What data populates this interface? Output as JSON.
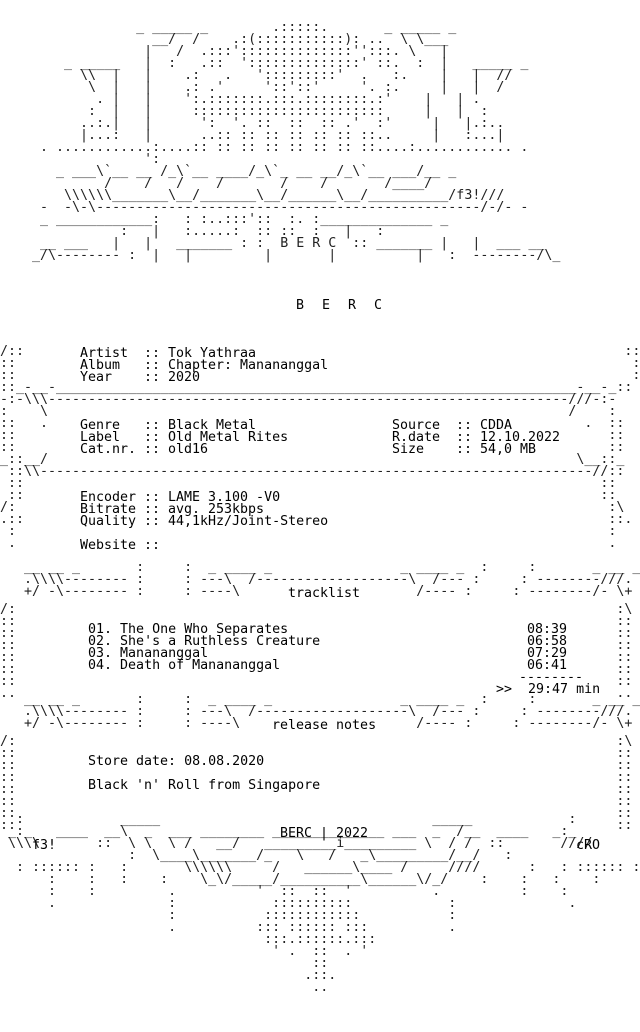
{
  "header": {
    "group": "B E R C"
  },
  "info": {
    "artist_label": "Artist",
    "artist": "Tok Yathraa",
    "album_label": "Album",
    "album": "Chapter: Manananggal",
    "year_label": "Year",
    "year": "2020",
    "genre_label": "Genre",
    "genre": "Black Metal",
    "label_label": "Label",
    "label": "Old Metal Rites",
    "catnr_label": "Cat.nr.",
    "catnr": "old16",
    "source_label": "Source",
    "source": "CDDA",
    "rdate_label": "R.date",
    "rdate": "12.10.2022",
    "size_label": "Size",
    "size": "54,0 MB",
    "encoder_label": "Encoder",
    "encoder": "LAME 3.100 -V0",
    "bitrate_label": "Bitrate",
    "bitrate": "avg. 253kbps",
    "quality_label": "Quality",
    "quality": "44,1kHz/Joint-Stereo",
    "website_label": "Website",
    "separator": "::"
  },
  "tracklist": {
    "title": "tracklist",
    "tracks": [
      {
        "num": "01.",
        "name": "The One Who Separates",
        "time": "08:39"
      },
      {
        "num": "02.",
        "name": "She's a Ruthless Creature",
        "time": "06:58"
      },
      {
        "num": "03.",
        "name": "Manananggal",
        "time": "07:29"
      },
      {
        "num": "04.",
        "name": "Death of Manananggal",
        "time": "06:41"
      }
    ],
    "total_marker": ">>",
    "total": "29:47 min"
  },
  "notes": {
    "title": "release notes",
    "store_date": "Store date: 08.08.2020",
    "text": "Black 'n' Roll from Singapore"
  },
  "footer": {
    "sig": "BERC | 2022",
    "tag_left": "f3!",
    "tag_right": "cRO",
    "tag_top": "f3!"
  }
}
